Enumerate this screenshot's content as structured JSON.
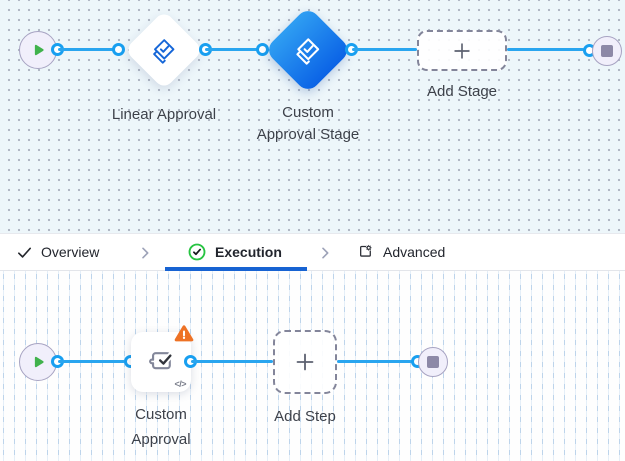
{
  "stage_flow": {
    "linear_approval_label": "Linear Approval",
    "custom_stage_lines": [
      "Custom",
      "Approval Stage"
    ],
    "add_stage_label": "Add Stage"
  },
  "tab_bar": {
    "overview_label": "Overview",
    "execution_label": "Execution",
    "advanced_label": "Advanced",
    "active_tab": "Execution"
  },
  "step_flow": {
    "custom_approval_lines": [
      "Custom",
      "Approval"
    ],
    "add_step_label": "Add Step",
    "code_badge": "</>"
  },
  "icons": {
    "start": "play-icon",
    "end": "stop-icon",
    "approval_stage": "layered-check-diamond-icon",
    "custom_step": "puzzle-check-icon",
    "add": "plus-icon",
    "warning": "warning-triangle-icon",
    "code": "code-icon",
    "overview": "check-icon",
    "execution": "check-circle-icon",
    "advanced": "card-gear-icon",
    "separator": "chevron-right-icon"
  },
  "colors": {
    "edge_blue": "#29a5ef",
    "connector_blue": "#189ff0",
    "diamond_gradient_start": "#2f9ef2",
    "diamond_gradient_end": "#0b63e6",
    "approval_icon_blue": "#1566d8",
    "active_tab_underline": "#1763d2",
    "success_green": "#26c441",
    "start_green": "#41b24c",
    "end_gray": "#8d89a7",
    "warning_orange": "#ee7225",
    "stage_canvas_bg": "#edf6fa",
    "step_canvas_bg": "#fefefe"
  }
}
